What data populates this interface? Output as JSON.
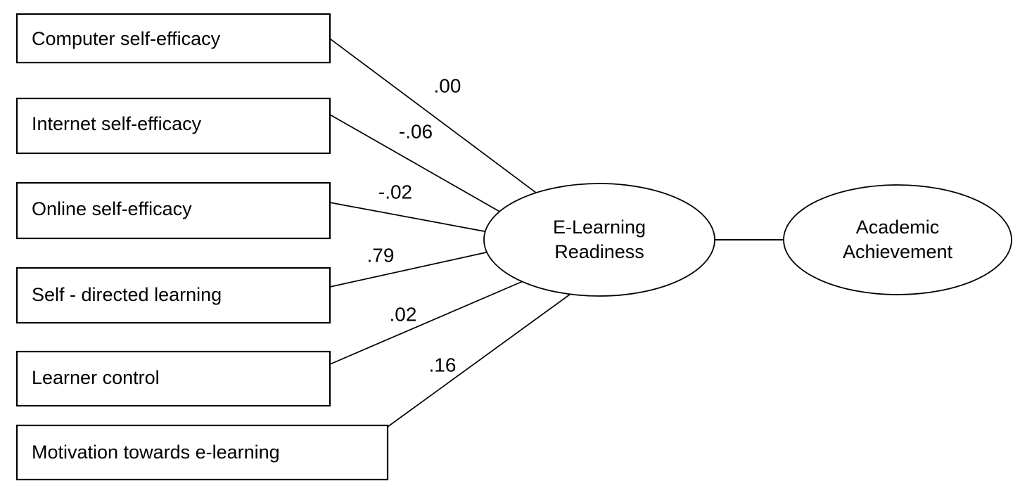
{
  "diagram": {
    "type": "path-diagram",
    "title": "E-Learning Readiness structural model",
    "background_color": "#ffffff",
    "stroke_color": "#000000"
  },
  "observed_variables": [
    {
      "id": "computer-self-efficacy",
      "label": "Computer self-efficacy"
    },
    {
      "id": "internet-self-efficacy",
      "label": "Internet self-efficacy"
    },
    {
      "id": "online-self-efficacy",
      "label": "Online self-efficacy"
    },
    {
      "id": "self-directed-learning",
      "label": "Self - directed learning"
    },
    {
      "id": "learner-control",
      "label": "Learner control"
    },
    {
      "id": "motivation-towards-elearning",
      "label": "Motivation towards e-learning"
    }
  ],
  "latent_variables": [
    {
      "id": "e-learning-readiness",
      "line1": "E-Learning",
      "line2": "Readiness"
    },
    {
      "id": "academic-achievement",
      "line1": "Academic",
      "line2": "Achievement"
    }
  ],
  "path_coefficients": [
    {
      "from": "computer-self-efficacy",
      "to": "e-learning-readiness",
      "value": ".00"
    },
    {
      "from": "internet-self-efficacy",
      "to": "e-learning-readiness",
      "value": "-.06"
    },
    {
      "from": "online-self-efficacy",
      "to": "e-learning-readiness",
      "value": "-.02"
    },
    {
      "from": "self-directed-learning",
      "to": "e-learning-readiness",
      "value": ".79"
    },
    {
      "from": "learner-control",
      "to": "e-learning-readiness",
      "value": ".02"
    },
    {
      "from": "motivation-towards-elearning",
      "to": "e-learning-readiness",
      "value": ".16"
    }
  ],
  "structural_paths": [
    {
      "from": "e-learning-readiness",
      "to": "academic-achievement",
      "value": ""
    }
  ]
}
